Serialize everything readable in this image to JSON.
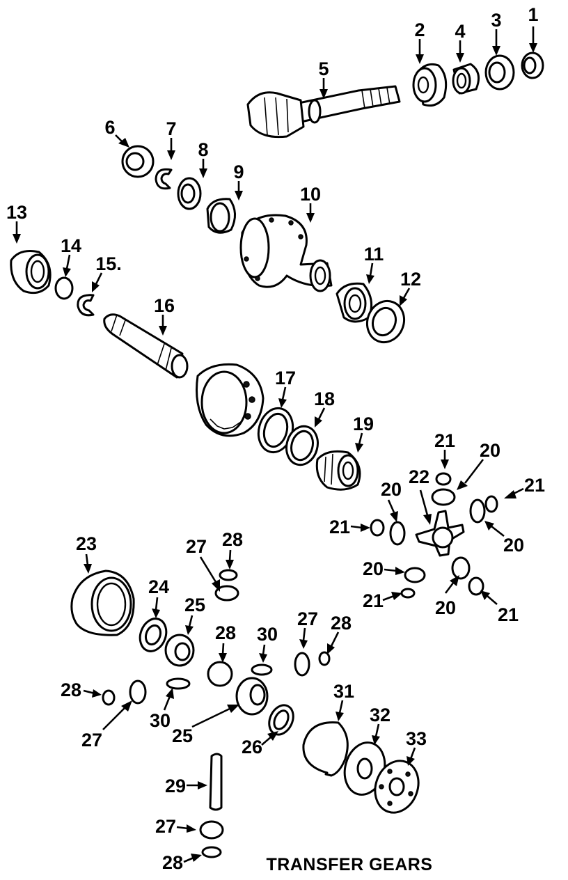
{
  "title": "TRANSFER GEARS",
  "callouts": [
    "1",
    "2",
    "3",
    "4",
    "5",
    "6",
    "7",
    "8",
    "9",
    "10",
    "11",
    "12",
    "13",
    "14",
    "15.",
    "16",
    "17",
    "18",
    "19",
    "20",
    "21",
    "22",
    "23",
    "24",
    "25",
    "26",
    "27",
    "28",
    "29",
    "30",
    "31",
    "32",
    "33"
  ],
  "labels": [
    {
      "key": "c1",
      "text": "1"
    },
    {
      "key": "c2",
      "text": "2"
    },
    {
      "key": "c3",
      "text": "3"
    },
    {
      "key": "c4",
      "text": "4"
    },
    {
      "key": "c5",
      "text": "5"
    },
    {
      "key": "c6",
      "text": "6"
    },
    {
      "key": "c7",
      "text": "7"
    },
    {
      "key": "c8",
      "text": "8"
    },
    {
      "key": "c9",
      "text": "9"
    },
    {
      "key": "c10",
      "text": "10"
    },
    {
      "key": "c11",
      "text": "11"
    },
    {
      "key": "c12",
      "text": "12"
    },
    {
      "key": "c13",
      "text": "13"
    },
    {
      "key": "c14",
      "text": "14"
    },
    {
      "key": "c15",
      "text": "15."
    },
    {
      "key": "c16",
      "text": "16"
    },
    {
      "key": "c17",
      "text": "17"
    },
    {
      "key": "c18",
      "text": "18"
    },
    {
      "key": "c19",
      "text": "19"
    },
    {
      "key": "c20",
      "text": "20"
    },
    {
      "key": "c21",
      "text": "21"
    },
    {
      "key": "c22",
      "text": "22"
    },
    {
      "key": "c23",
      "text": "23"
    },
    {
      "key": "c24",
      "text": "24"
    },
    {
      "key": "c25",
      "text": "25"
    },
    {
      "key": "c26",
      "text": "26"
    },
    {
      "key": "c27",
      "text": "27"
    },
    {
      "key": "c28",
      "text": "28"
    },
    {
      "key": "c29",
      "text": "29"
    },
    {
      "key": "c30",
      "text": "30"
    },
    {
      "key": "c31",
      "text": "31"
    },
    {
      "key": "c32",
      "text": "32"
    },
    {
      "key": "c33",
      "text": "33"
    }
  ]
}
